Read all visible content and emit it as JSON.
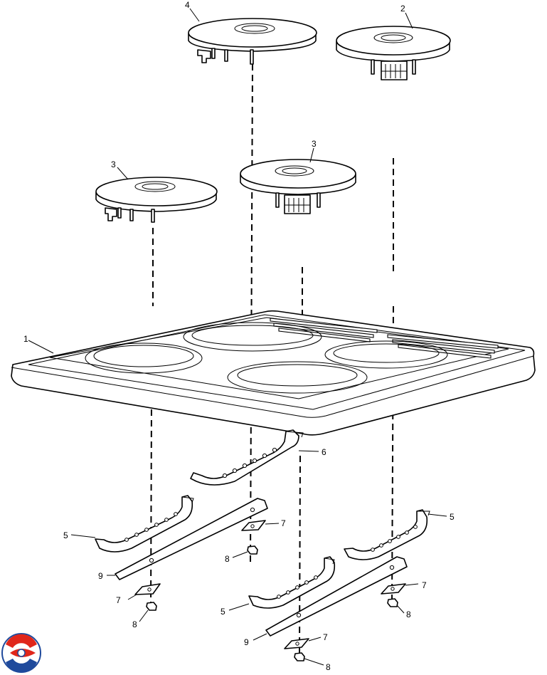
{
  "labels": {
    "l1": "1",
    "l2": "2",
    "l3a": "3",
    "l3b": "3",
    "l4": "4",
    "l5a": "5",
    "l5b": "5",
    "l5c": "5",
    "l6": "6",
    "l7a": "7",
    "l7b": "7",
    "l7c": "7",
    "l7d": "7",
    "l8a": "8",
    "l8b": "8",
    "l8c": "8",
    "l8d": "8",
    "l9a": "9",
    "l9b": "9"
  },
  "colors": {
    "line": "#000000",
    "background": "#ffffff",
    "logo_red": "#e0261b",
    "logo_blue": "#1f4a9c"
  },
  "icons": {
    "logo": "brand-logo-icon"
  }
}
